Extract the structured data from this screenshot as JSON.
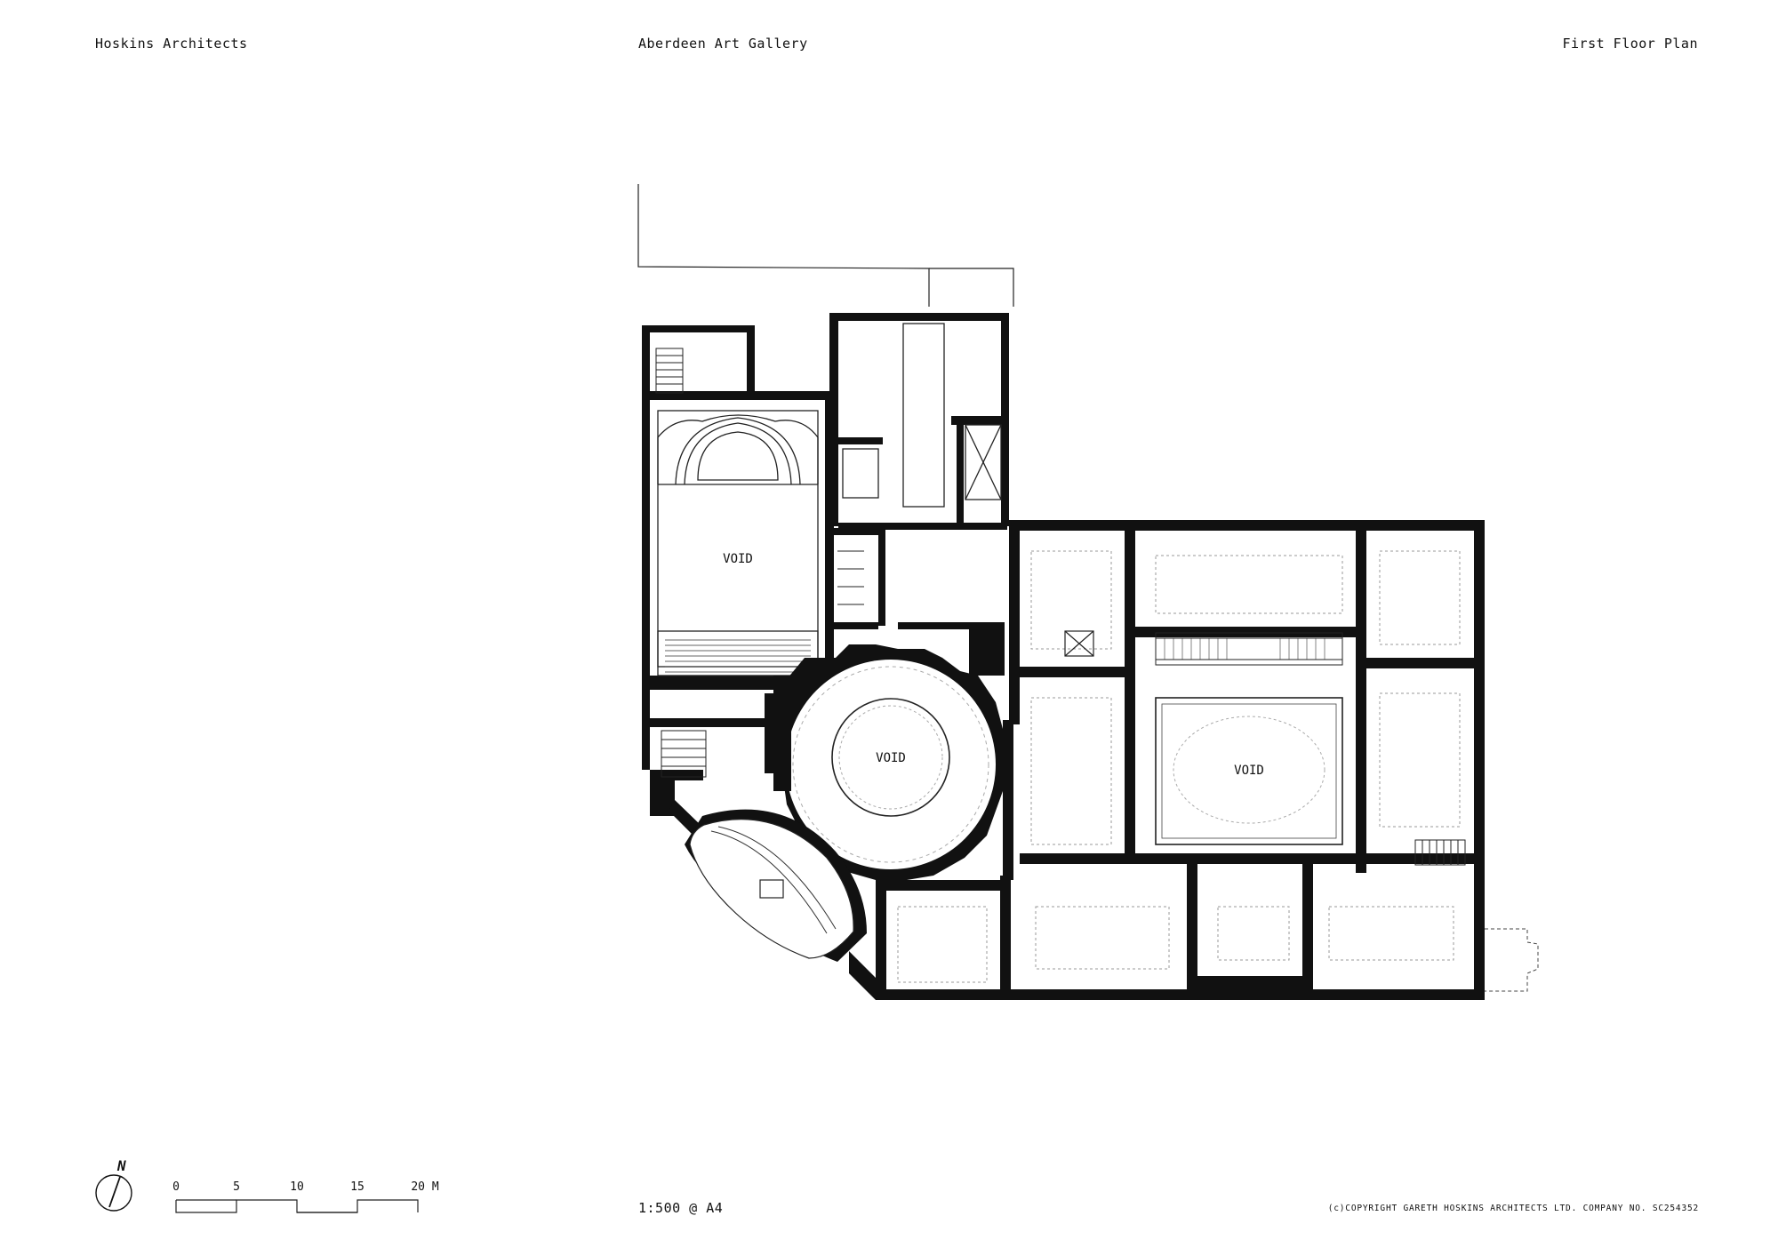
{
  "header": {
    "practice": "Hoskins Architects",
    "project": "Aberdeen Art Gallery",
    "sheet": "First Floor Plan"
  },
  "plan": {
    "void_labels": [
      "VOID",
      "VOID",
      "VOID"
    ]
  },
  "scale_bar": {
    "ticks": [
      "0",
      "5",
      "10",
      "15",
      "20 M"
    ]
  },
  "north": {
    "label": "N"
  },
  "footer": {
    "scale": "1:500 @ A4",
    "copyright": "(c)COPYRIGHT GARETH HOSKINS ARCHITECTS LTD. COMPANY NO. SC254352"
  }
}
